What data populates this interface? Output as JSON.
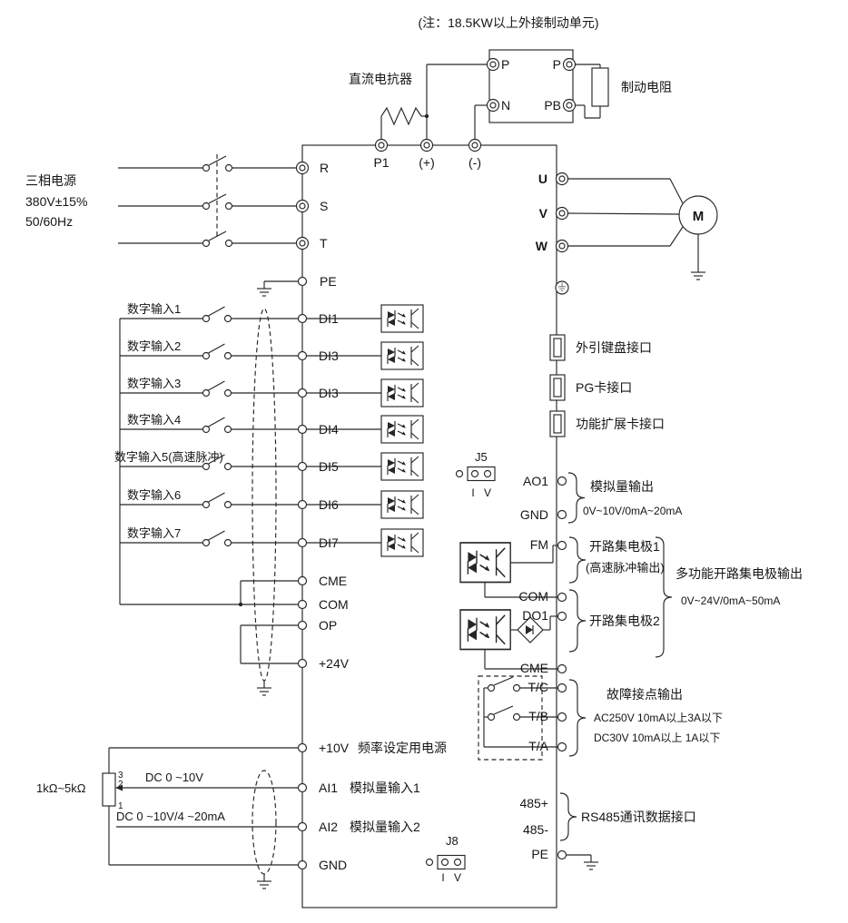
{
  "note": "(注：18.5KW以上外接制动单元)",
  "top": {
    "dc_reactor": "直流电抗器",
    "brake_resistor": "制动电阻",
    "p_left": "P",
    "p_right": "P",
    "n": "N",
    "pb": "PB",
    "p1": "P1",
    "plus": "(+)",
    "minus": "(-)"
  },
  "power": {
    "l1": "三相电源",
    "l2": "380V±15%",
    "l3": "50/60Hz"
  },
  "left_terminals": {
    "r": "R",
    "s": "S",
    "t": "T",
    "pe": "PE",
    "cme": "CME",
    "com": "COM",
    "op": "OP",
    "p24": "+24V",
    "p10": "+10V",
    "p10_desc": "频率设定用电源",
    "ai1": "AI1",
    "ai1_desc": "模拟量输入1",
    "ai2": "AI2",
    "ai2_desc": "模拟量输入2",
    "gnd": "GND"
  },
  "digital_inputs": [
    {
      "label": "数字输入1",
      "terminal": "DI1"
    },
    {
      "label": "数字输入2",
      "terminal": "DI3"
    },
    {
      "label": "数字输入3",
      "terminal": "DI3"
    },
    {
      "label": "数字输入4",
      "terminal": "DI4"
    },
    {
      "label": "数字输入5(高速脉冲)",
      "terminal": "DI5"
    },
    {
      "label": "数字输入6",
      "terminal": "DI6"
    },
    {
      "label": "数字输入7",
      "terminal": "DI7"
    }
  ],
  "analog": {
    "pot": "1kΩ~5kΩ",
    "pot_pins": [
      "3",
      "2",
      "1"
    ],
    "ai1_signal": "DC 0 ~10V",
    "ai2_signal": "DC 0 ~10V/4 ~20mA"
  },
  "motor": {
    "u": "U",
    "v": "V",
    "w": "W",
    "label": "M"
  },
  "right": {
    "keyboard_if": "外引键盘接口",
    "pg_if": "PG卡接口",
    "expand_if": "功能扩展卡接口",
    "j5": "J5",
    "j5_i": "I",
    "j5_v": "V",
    "ao1": "AO1",
    "gnd1": "GND",
    "analog_out": "模拟量输出",
    "analog_out_range": "0V~10V/0mA~20mA",
    "fm": "FM",
    "oc1": "开路集电极1",
    "oc1_sub": "(高速脉冲输出)",
    "com": "COM",
    "do1": "DO1",
    "oc2": "开路集电极2",
    "multi_oc": "多功能开路集电极输出",
    "multi_oc_range": "0V~24V/0mA~50mA",
    "cme": "CME",
    "tc": "T/C",
    "tb": "T/B",
    "ta": "T/A",
    "fault_out": "故障接点输出",
    "fault_ac": "AC250V 10mA以上3A以下",
    "fault_dc": "DC30V 10mA以上 1A以下",
    "rs485p": "485+",
    "rs485m": "485-",
    "rs485_label": "RS485通讯数据接口",
    "pe": "PE",
    "j8": "J8",
    "j8_i": "I",
    "j8_v": "V"
  }
}
